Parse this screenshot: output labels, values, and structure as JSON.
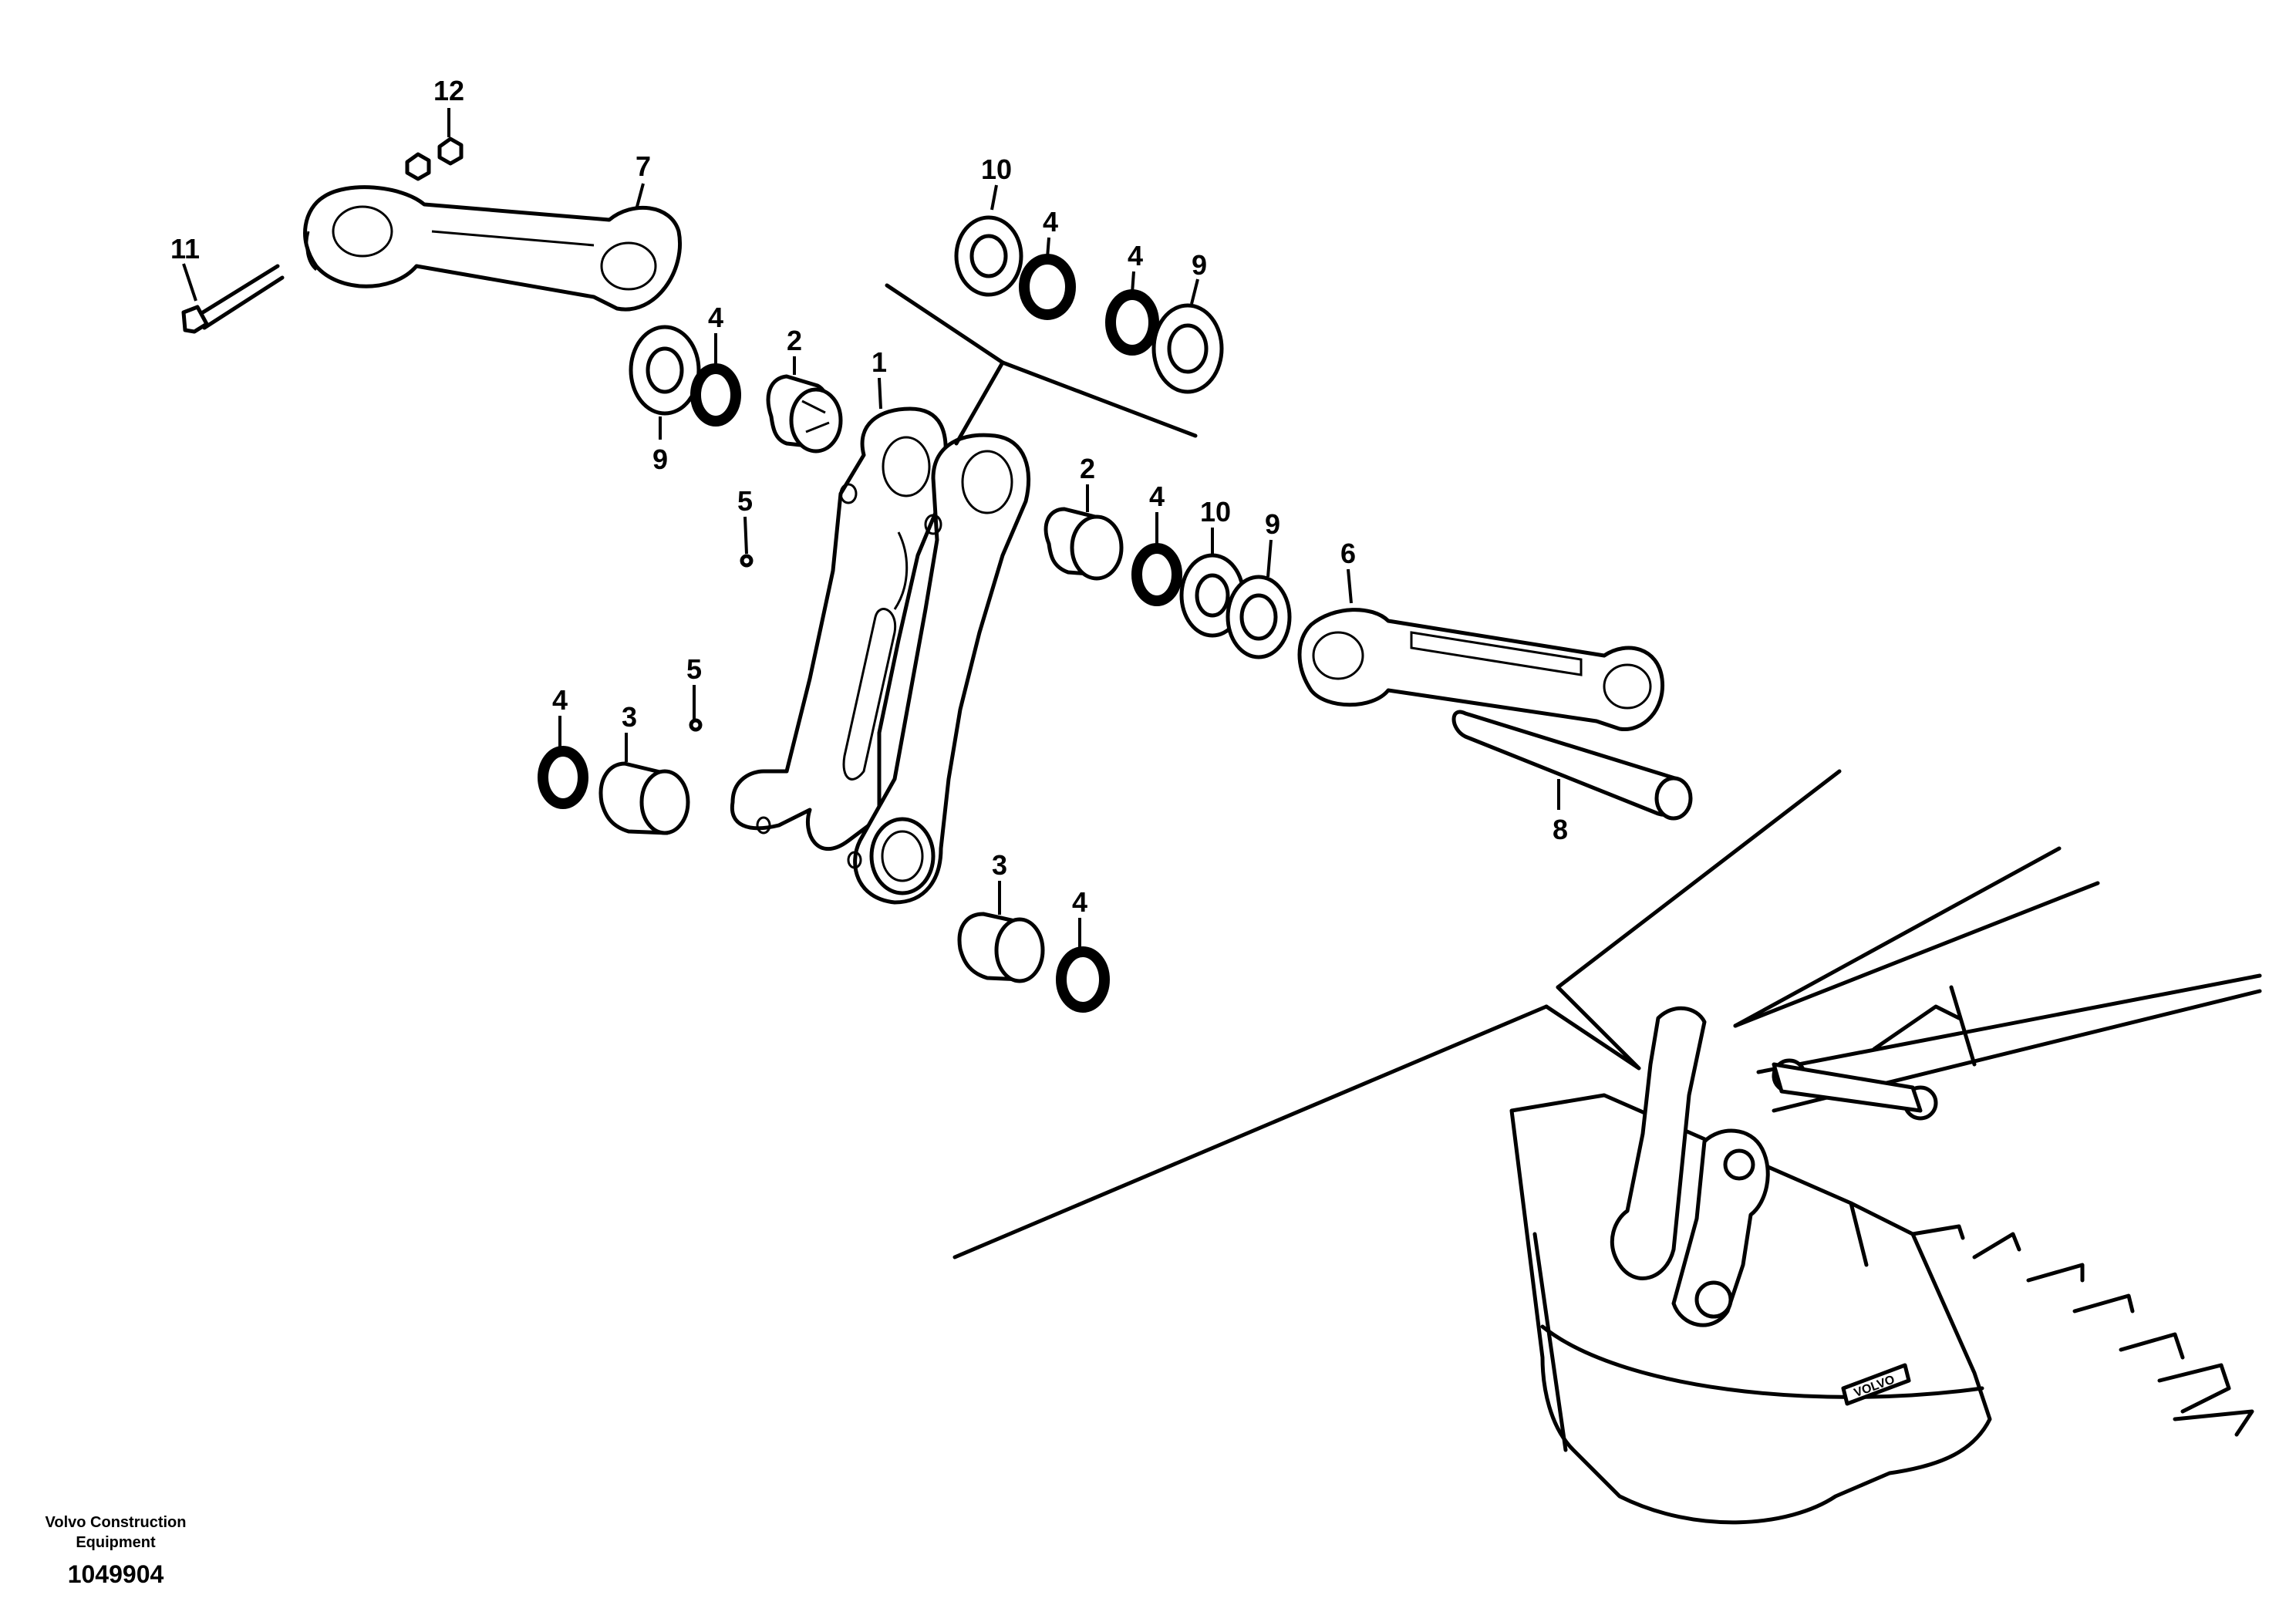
{
  "callouts": {
    "c12": "12",
    "c7": "7",
    "c11": "11",
    "c10a": "10",
    "c4a": "4",
    "c4b": "4",
    "c9a": "9",
    "c4c": "4",
    "c2a": "2",
    "c1": "1",
    "c9b": "9",
    "c5a": "5",
    "c2b": "2",
    "c4d": "4",
    "c10b": "10",
    "c9c": "9",
    "c6": "6",
    "c4e": "4",
    "c3a": "3",
    "c5b": "5",
    "c8": "8",
    "c3b": "3",
    "c4f": "4"
  },
  "footer": {
    "company_line1": "Volvo Construction",
    "company_line2": "Equipment",
    "drawing_number": "1049904"
  },
  "stamp": {
    "logo_text": "VOLVO"
  }
}
